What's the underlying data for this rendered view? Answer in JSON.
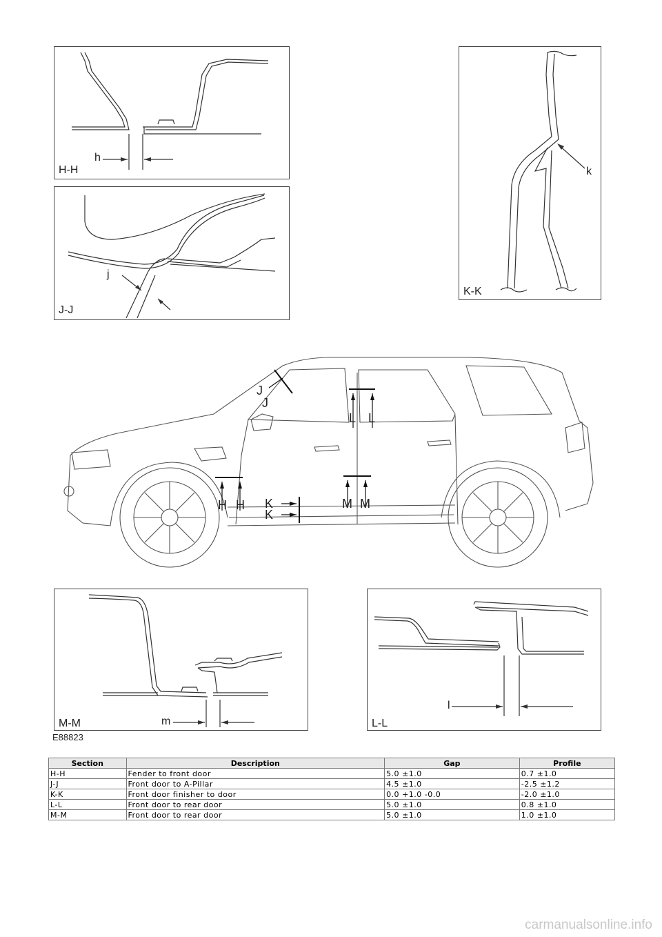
{
  "panels": {
    "hh": {
      "label": "H-H",
      "callout": "h"
    },
    "jj": {
      "label": "J-J",
      "callout": "j"
    },
    "kk": {
      "label": "K-K",
      "callout": "k"
    },
    "mm": {
      "label": "M-M",
      "callout": "m"
    },
    "ll": {
      "label": "L-L",
      "callout": "l"
    }
  },
  "car_labels": {
    "j1": "J",
    "j2": "J",
    "l1": "L",
    "l2": "L",
    "h1": "H",
    "h2": "H",
    "k1": "K",
    "k2": "K",
    "m1": "M",
    "m2": "M"
  },
  "figure_id": "E88823",
  "table": {
    "headers": [
      "Section",
      "Description",
      "Gap",
      "Profile"
    ],
    "rows": [
      [
        "H-H",
        "Fender to front door",
        "5.0 ±1.0",
        "0.7 ±1.0"
      ],
      [
        "J-J",
        "Front door to A-Pillar",
        "4.5 ±1.0",
        "-2.5 ±1.2"
      ],
      [
        "K-K",
        "Front door finisher to door",
        "0.0 +1.0 -0.0",
        "-2.0 ±1.0"
      ],
      [
        "L-L",
        "Front door to rear door",
        "5.0 ±1.0",
        "0.8 ±1.0"
      ],
      [
        "M-M",
        "Front door to rear door",
        "5.0 ±1.0",
        "1.0 ±1.0"
      ]
    ]
  },
  "watermark": "carmanualsonline.info"
}
